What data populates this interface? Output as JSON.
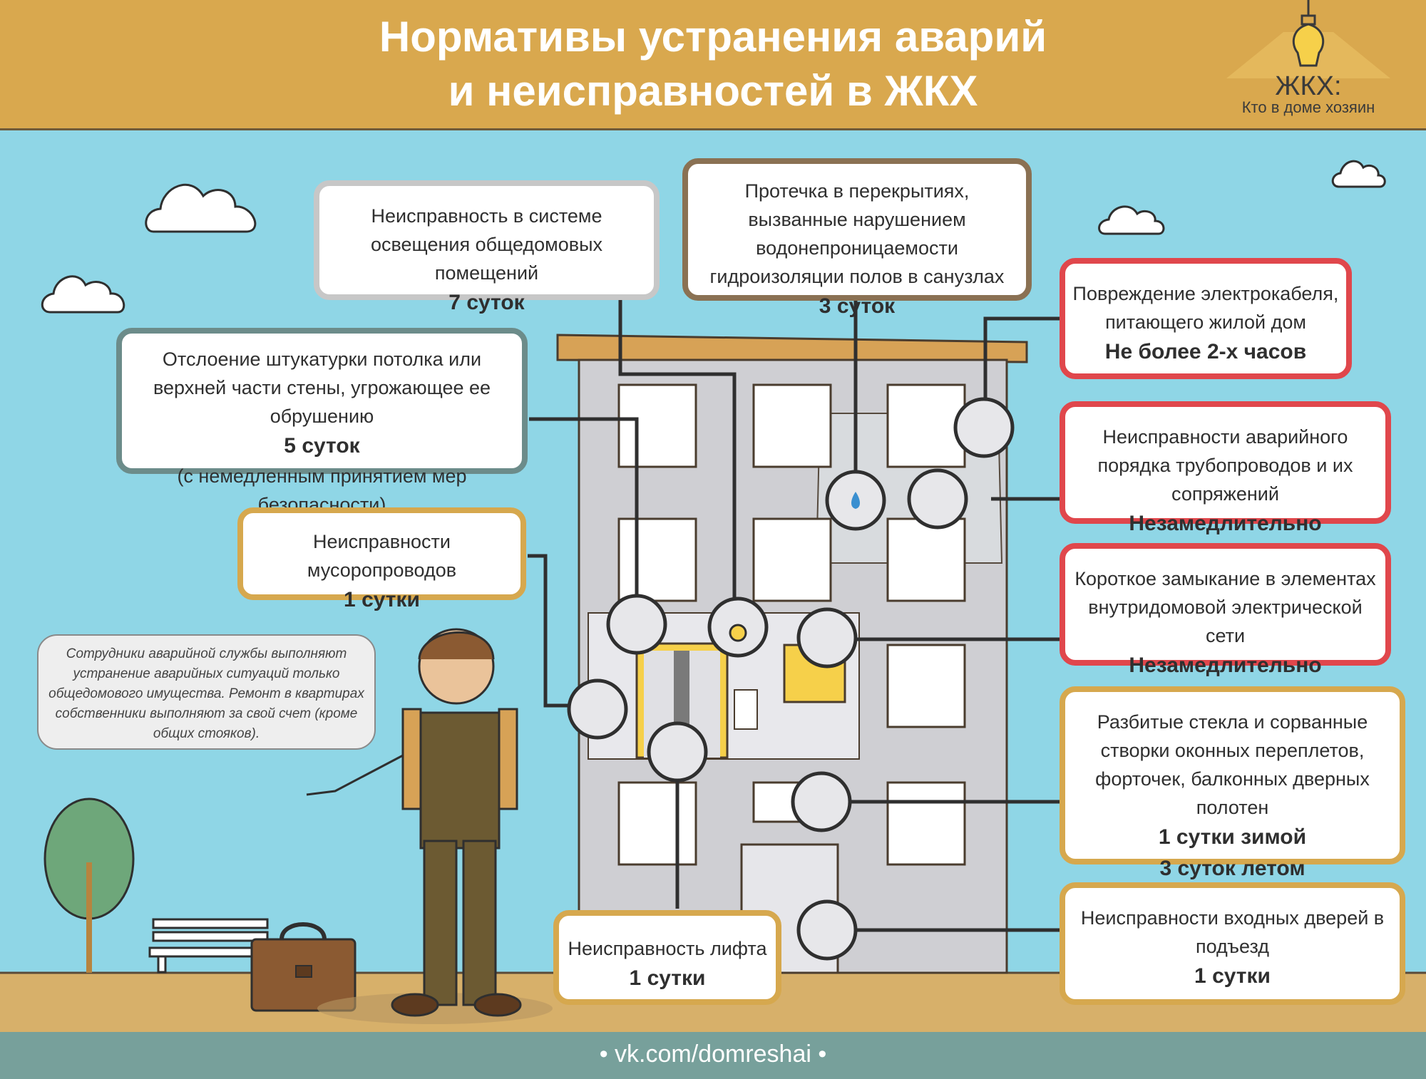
{
  "header": {
    "title_line1": "Нормативы устранения аварий",
    "title_line2": "и неисправностей в ЖКХ",
    "logo_line1": "ЖКХ:",
    "logo_line2": "Кто в доме хозяин",
    "logo_icon": "lightbulb-icon"
  },
  "colors": {
    "header_bg": "#d9a84e",
    "sky": "#8fd6e6",
    "footer_bg": "#77a09b",
    "red_border": "#e0474c",
    "gold_border": "#d6a84e"
  },
  "items": {
    "lighting": {
      "text": "Неисправность в системе освещения общедомовых помещений",
      "term": "7 суток"
    },
    "leak": {
      "text": "Протечка в перекрытиях, вызванные нарушением водонепроницаемости гидроизоляции полов в санузлах",
      "term": "3 суток"
    },
    "plaster": {
      "text": "Отслоение штукатурки потолка или верхней части стены, угрожающее ее обрушению",
      "term": "5 суток",
      "note": "(с немедленным принятием мер безопасности)"
    },
    "garbage": {
      "text": "Неисправности мусоропроводов",
      "term": "1 сутки"
    },
    "cable": {
      "text": "Повреждение электрокабеля, питающего жилой дом",
      "term": "Не более 2-х часов"
    },
    "pipes": {
      "text": "Неисправности аварийного порядка трубопроводов и их сопряжений",
      "term": "Незамедлительно"
    },
    "short": {
      "text": "Короткое замыкание в элементах внутридомовой электрической сети",
      "term": "Незамедлительно"
    },
    "glass": {
      "text": "Разбитые стекла и сорванные створки оконных переплетов, форточек, балконных дверных полотен",
      "term_winter": "1 сутки зимой",
      "term_summer": "3 суток летом"
    },
    "lift": {
      "text": "Неисправность лифта",
      "term": "1 сутки"
    },
    "doors": {
      "text": "Неисправности входных дверей в подъезд",
      "term": "1 сутки"
    }
  },
  "speech_bubble": "Сотрудники аварийной службы выполняют устранение аварийных ситуаций только общедомового имущества. Ремонт в квартирах собственники выполняют за свой счет (кроме общих стояков).",
  "footer": {
    "link": "• vk.com/domreshai •"
  }
}
